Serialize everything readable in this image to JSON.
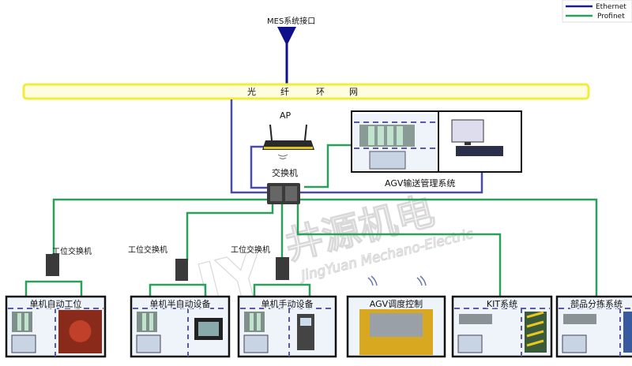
{
  "legend": {
    "ethernet": "Ethernet",
    "profinet": "Profinet"
  },
  "mes_label": "MES系统接口",
  "ring": {
    "chars": [
      "光",
      "纤",
      "环",
      "网"
    ]
  },
  "ap_label": "AP",
  "core_switch_label": "交换机",
  "agv_mgmt_label": "AGV输送管理系统",
  "station_switch_labels": [
    "工位交换机",
    "工位交换机",
    "工位交换机"
  ],
  "stations": [
    {
      "title": "单机自动工位"
    },
    {
      "title": "单机半自动设备"
    },
    {
      "title": "单机手动设备"
    },
    {
      "title": "AGV调度控制"
    },
    {
      "title": "KIT系统"
    },
    {
      "title": "部品分拣系统"
    }
  ],
  "watermark": {
    "logo": "JY",
    "cn": "井源机电",
    "en": "JingYuan Mechano-Electric"
  },
  "colors": {
    "ethernet": "#1a1a9c",
    "profinet": "#2aa05a",
    "ring": "#f2ec3a",
    "dash": "#5a5aa8"
  }
}
